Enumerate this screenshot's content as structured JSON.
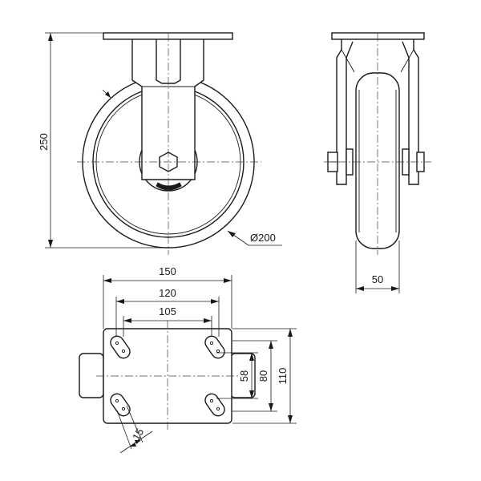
{
  "dimensions": {
    "height": "250",
    "wheel_diameter": "Ø200",
    "wheel_width": "50",
    "plate_length": "150",
    "hole_spacing_outer": "120",
    "hole_spacing_inner": "105",
    "hole_slot": "15",
    "hole_spacing_short": "58",
    "hole_spacing_short_outer": "80",
    "plate_width": "110"
  }
}
